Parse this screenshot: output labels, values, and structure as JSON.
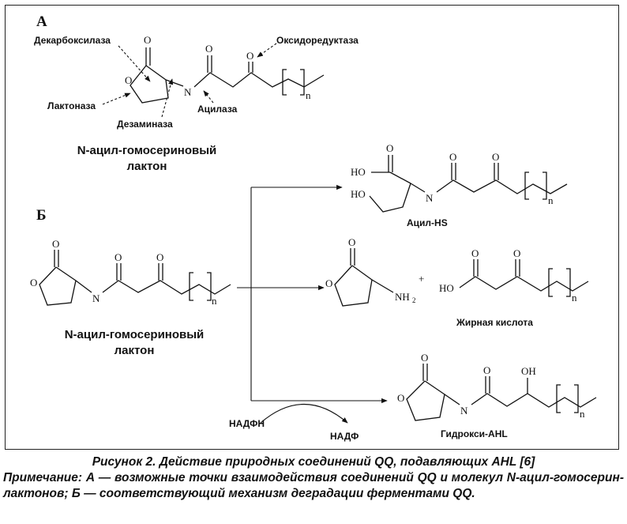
{
  "panel_a": {
    "label": "A",
    "enzymes": {
      "decarboxylase": "Декарбоксилаза",
      "oxidoreductase": "Оксидоредуктаза",
      "lactonase": "Лактоназа",
      "acylase": "Ацилаза",
      "deaminase": "Дезаминаза"
    },
    "molecule_name_line1": "N-ацил-гомосериновый",
    "molecule_name_line2": "лактон"
  },
  "panel_b": {
    "label": "Б",
    "molecule_name_line1": "N-ацил-гомосериновый",
    "molecule_name_line2": "лактон",
    "product_acyl_hs": "Ацил-HS",
    "product_fatty_acid": "Жирная кислота",
    "product_hydroxy_ahl": "Гидрокси-AHL",
    "plus_sign": "+",
    "cofactor_in": "НАДФН",
    "cofactor_out": "НАДФ"
  },
  "atoms": {
    "oxygen": "O",
    "nitrogen": "N",
    "hydroxyl": "HO",
    "hydroxyl_right": "OH",
    "amine": "NH",
    "amine_sub": "2",
    "repeat_n": "n"
  },
  "caption": {
    "title": "Рисунок 2. Действие природных соединений QQ, подавляющих AHL [6]",
    "note": "Примечание: А — возможные точки взаимодействия соединений QQ и молекул N-ацил-гомосерин-лактонов; Б — соответствующий механизм деградации ферментами QQ."
  }
}
